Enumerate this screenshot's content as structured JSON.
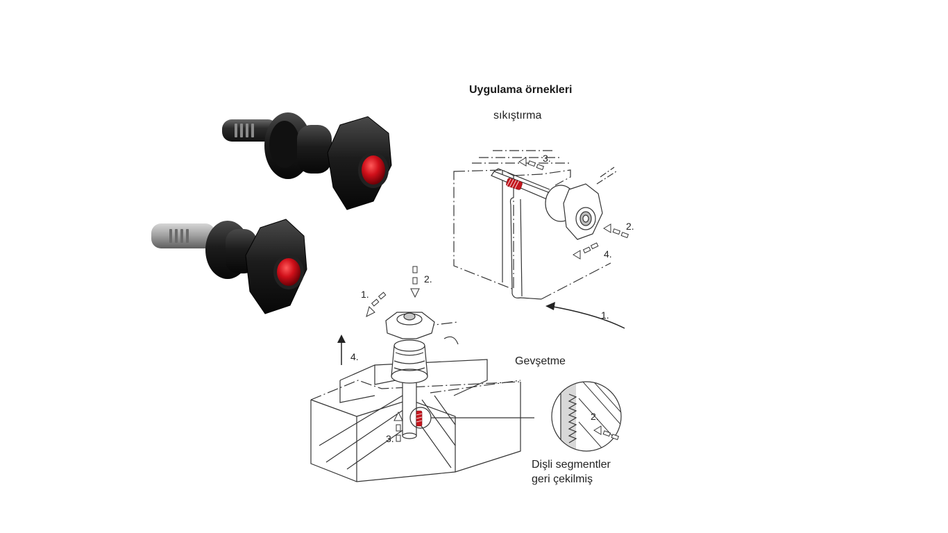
{
  "heading": "Uygulama örnekleri",
  "clamping": {
    "caption": "sıkıştırma",
    "steps": [
      "1.",
      "2.",
      "3.",
      "4."
    ]
  },
  "releasing": {
    "caption": "Gevşetme",
    "steps": [
      "1.",
      "2.",
      "3.",
      "4."
    ]
  },
  "detail": {
    "step": "2.",
    "caption_line1": "Dişli segmentler",
    "caption_line2": "geri çekilmiş"
  },
  "colors": {
    "knob_black": "#1a1a1a",
    "button_red": "#d0101a",
    "pin_steel": "#9a9a9a",
    "line": "#333333",
    "teeth_red": "#c4171f"
  }
}
